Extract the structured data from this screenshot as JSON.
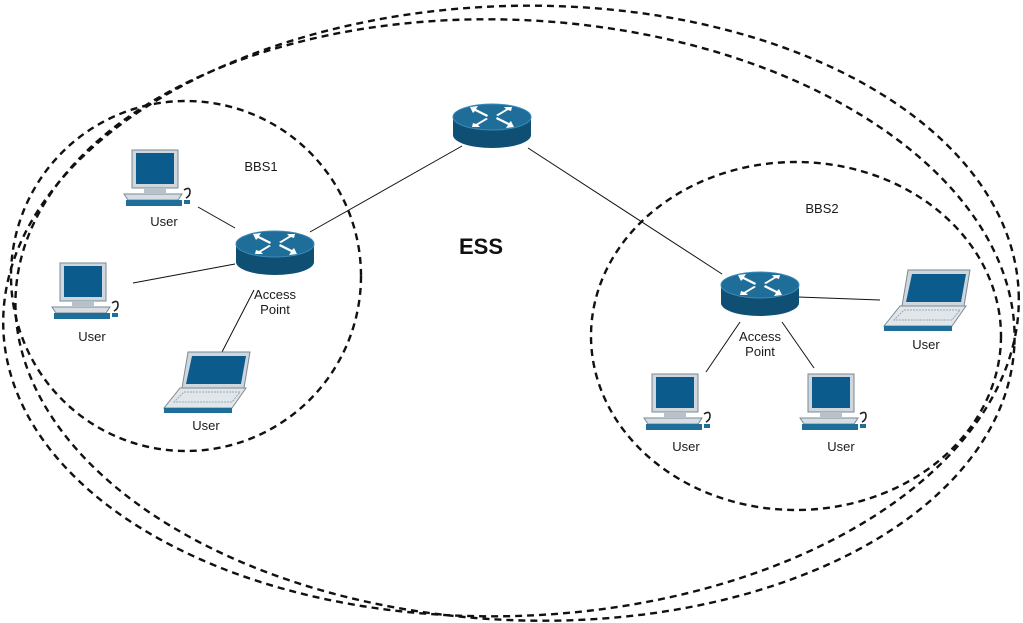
{
  "diagram": {
    "ess_label": "ESS",
    "bbs1": {
      "label": "BBS1",
      "ap_line1": "Access",
      "ap_line2": "Point"
    },
    "bbs2": {
      "label": "BBS2",
      "ap_line1": "Access",
      "ap_line2": "Point"
    },
    "user_label": "User",
    "colors": {
      "device_blue": "#1f6d99",
      "device_dark": "#0f4f74",
      "screen": "#0b5c8c",
      "arrow": "#ffffff",
      "line": "#111111"
    },
    "icons": [
      "router-icon",
      "desktop-computer-icon",
      "laptop-icon"
    ]
  }
}
